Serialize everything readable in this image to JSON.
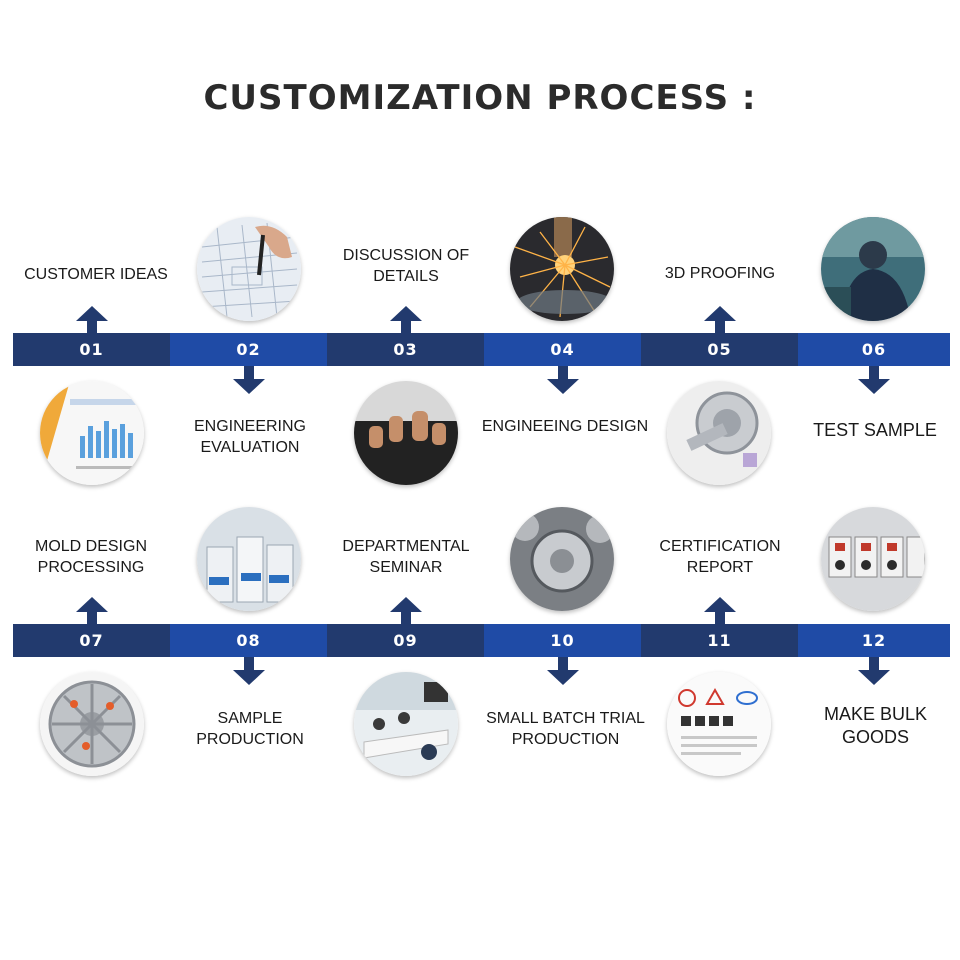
{
  "title": "CUSTOMIZATION PROCESS :",
  "steps": [
    {
      "num": "01",
      "label": "CUSTOMER IDEAS",
      "image": "customer-ideas-photo"
    },
    {
      "num": "02",
      "label": "ENGINEERING EVALUATION",
      "image": "drawing-pen-photo"
    },
    {
      "num": "03",
      "label": "DISCUSSION OF DETAILS",
      "image": "thumbs-up-photo"
    },
    {
      "num": "04",
      "label": "ENGINEEING DESIGN",
      "image": "welding-sparks-photo"
    },
    {
      "num": "05",
      "label": "3D PROOFING",
      "image": "metal-part-photo"
    },
    {
      "num": "06",
      "label": "TEST SAMPLE",
      "image": "worker-photo"
    },
    {
      "num": "07",
      "label": "MOLD DESIGN PROCESSING",
      "image": "plastic-part-photo"
    },
    {
      "num": "08",
      "label": "SAMPLE PRODUCTION",
      "image": "machines-photo"
    },
    {
      "num": "09",
      "label": "DEPARTMENTAL SEMINAR",
      "image": "meeting-photo"
    },
    {
      "num": "10",
      "label": "SMALL BATCH TRIAL PRODUCTION",
      "image": "pulleys-photo"
    },
    {
      "num": "11",
      "label": "CERTIFICATION REPORT",
      "image": "certificate-photo"
    },
    {
      "num": "12",
      "label": "MAKE BULK GOODS",
      "image": "valves-photo"
    }
  ],
  "colors": {
    "band_dark": "#223a6e",
    "band_light": "#1f4ba6",
    "title": "#2b2b2b"
  }
}
